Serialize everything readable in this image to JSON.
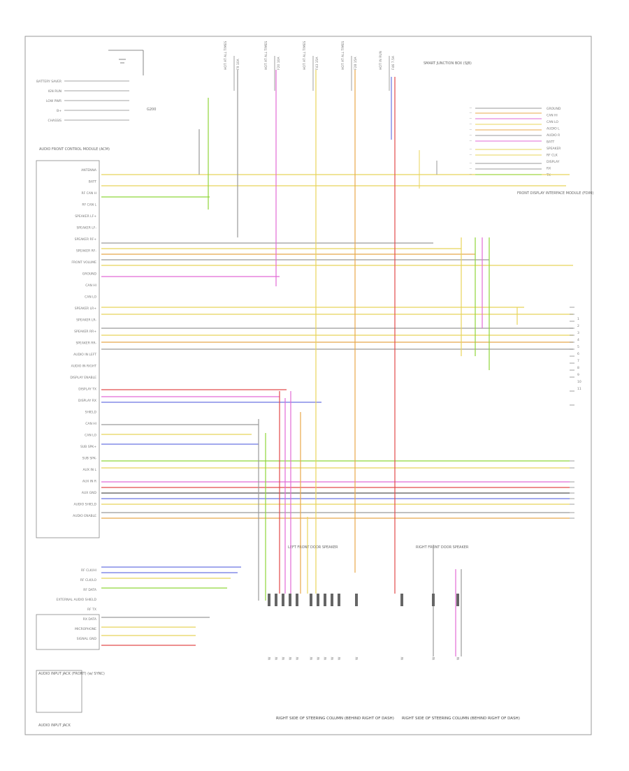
{
  "diagram": {
    "left_module": {
      "title": "AUDIO FRONT CONTROL MODULE (ACM)",
      "pins_top": [
        "BATTERY SAVER",
        "IGN RUN",
        "LOW PWR",
        "B+",
        "CHASSIS"
      ],
      "pins": [
        "ANTENNA",
        "BATT",
        "RF CAN H",
        "RF CAN L",
        "SPEAKER LF+",
        "SPEAKER LF-",
        "SPEAKER RF+",
        "SPEAKER RF-",
        "FRONT VOLUME",
        "GROUND",
        "CAN HI",
        "CAN LO",
        "SPEAKER LR+",
        "SPEAKER LR-",
        "SPEAKER RR+",
        "SPEAKER RR-",
        "AUDIO IN LEFT",
        "AUDIO IN RIGHT",
        "DISPLAY ENABLE",
        "DISPLAY TX",
        "DISPLAY RX",
        "SHIELD",
        "CAN HI",
        "CAN LO",
        "SUB SPK+",
        "SUB SPK-",
        "AUX IN L",
        "AUX IN R",
        "AUX GND",
        "AUDIO SHIELD",
        "AUDIO ENABLE"
      ],
      "bottom_pins": [
        "RF CLK/HI",
        "RF CLK/LO",
        "RF DATA",
        "EXTERNAL AUDIO SHIELD",
        "RF TX",
        "RX DATA",
        "MICROPHONE",
        "SIGNAL GND"
      ],
      "bottom_note": "AUDIO INPUT JACK (FRONT) (w/ SYNC)",
      "bottom_footer": "AUDIO INPUT JACK"
    },
    "top_fuses": [
      {
        "label": "HOT AT ALL TIMES",
        "fuse": "F9 10A"
      },
      {
        "label": "HOT AT ALL TIMES",
        "fuse": "F20 10A"
      },
      {
        "label": "HOT AT ALL TIMES",
        "fuse": "F43 15A"
      },
      {
        "label": "HOT AT ALL TIMES",
        "fuse": "F28 15A"
      },
      {
        "label": "HOT IN RUN",
        "fuse": "F46 7.5A"
      }
    ],
    "top_right_note": "SMART JUNCTION BOX (SJB)",
    "right_module": {
      "title": "FRONT DISPLAY INTERFACE MODULE (FDIM)",
      "pins": [
        "GROUND",
        "CAN HI",
        "CAN LO",
        "AUDIO L",
        "AUDIO R",
        "BATT",
        "SPEAKER",
        "RF CLK",
        "DISPLAY",
        "RX",
        "TX"
      ]
    },
    "right_connectors": [
      "1",
      "2",
      "3",
      "4",
      "5",
      "6",
      "7",
      "8",
      "9",
      "10",
      "11"
    ],
    "bottom_labels": [
      "LEFT FRONT DOOR SPEAKER",
      "RIGHT FRONT DOOR SPEAKER"
    ],
    "bottom_center_caption": "RIGHT SIDE OF STEERING COLUMN (BEHIND RIGHT OF DASH)",
    "bottom_right_caption": "RIGHT SIDE OF STEERING COLUMN (BEHIND RIGHT OF DASH)",
    "ground_note": "G200",
    "colors": {
      "pink": "#e26ad6",
      "yellow": "#e8d45a",
      "green": "#8fd63a",
      "blue": "#6a74e2",
      "red": "#e24a4a",
      "orange": "#e8a84a",
      "gray": "#9a9a9a",
      "dark": "#555555"
    }
  }
}
